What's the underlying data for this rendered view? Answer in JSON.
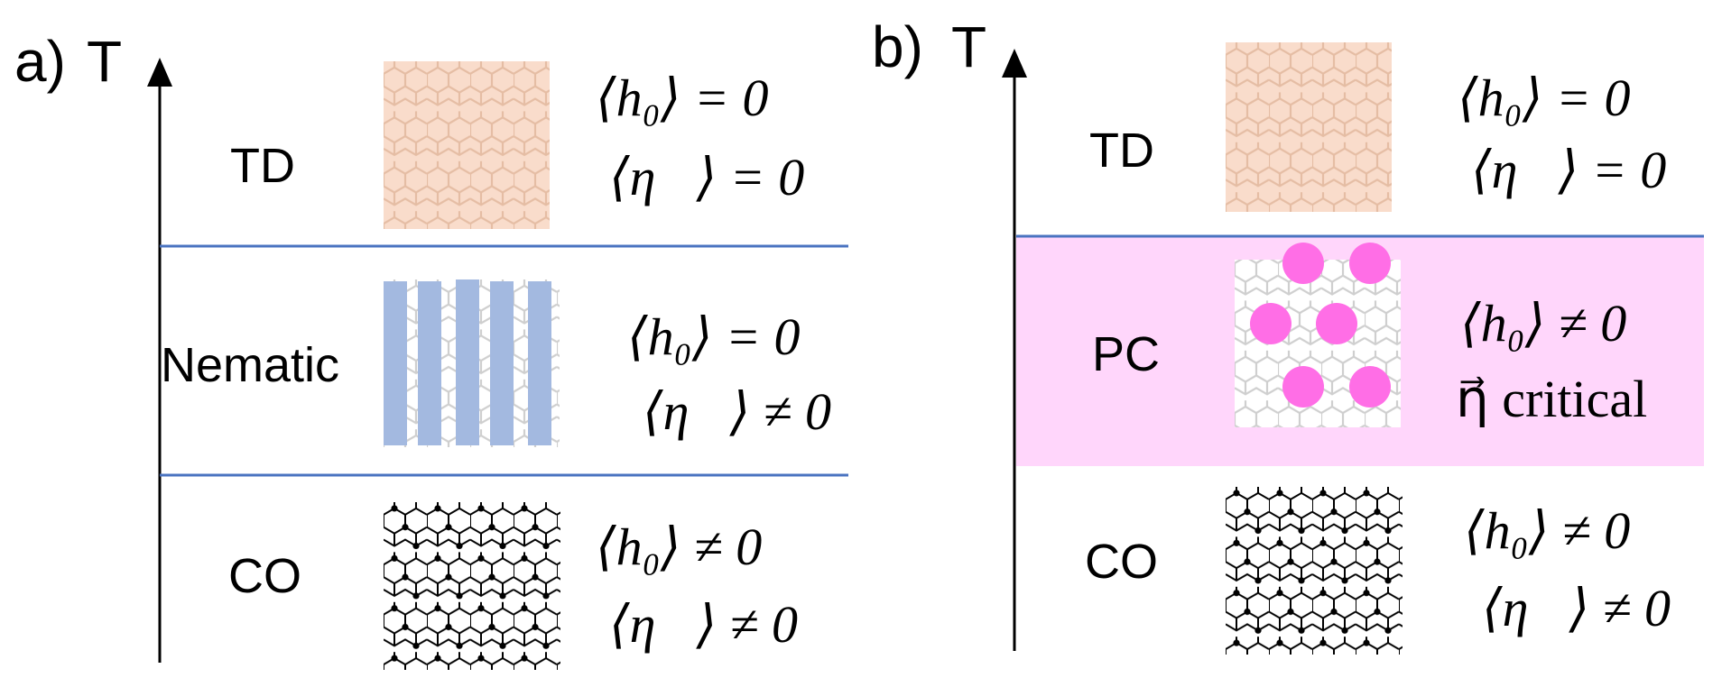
{
  "panels": [
    {
      "label": "a)",
      "axis": "T",
      "phases": [
        {
          "name": "TD",
          "eq1": "⟨h₀⟩ = 0",
          "eq2": "⟨η⃗⟩ = 0",
          "lattice": "hexagonal-orange"
        },
        {
          "name": "Nematic",
          "eq1": "⟨h₀⟩ = 0",
          "eq2": "⟨η⃗⟩ ≠ 0",
          "lattice": "striped-blue"
        },
        {
          "name": "CO",
          "eq1": "⟨h₀⟩ ≠ 0",
          "eq2": "⟨η⃗⟩ ≠ 0",
          "lattice": "hexagonal-black"
        }
      ]
    },
    {
      "label": "b)",
      "axis": "T",
      "phases": [
        {
          "name": "TD",
          "eq1": "⟨h₀⟩ = 0",
          "eq2": "⟨η⃗⟩ = 0",
          "lattice": "hexagonal-orange"
        },
        {
          "name": "PC",
          "eq1": "⟨h₀⟩ ≠ 0",
          "eq2": "η⃗ critical",
          "lattice": "hexagonal-pink-dots"
        },
        {
          "name": "CO",
          "eq1": "⟨h₀⟩ ≠ 0",
          "eq2": "⟨η⃗⟩ ≠ 0",
          "lattice": "hexagonal-black"
        }
      ]
    }
  ],
  "colors": {
    "orange_fill": "#f9dccb",
    "orange_line": "#e8c2aa",
    "blue_bar": "#a3b9e0",
    "boundary_line": "#4a73c0",
    "pink_band": "#ffd6fb",
    "pink_dot": "#ff6ee6",
    "gray_line": "#c8c8c8"
  }
}
